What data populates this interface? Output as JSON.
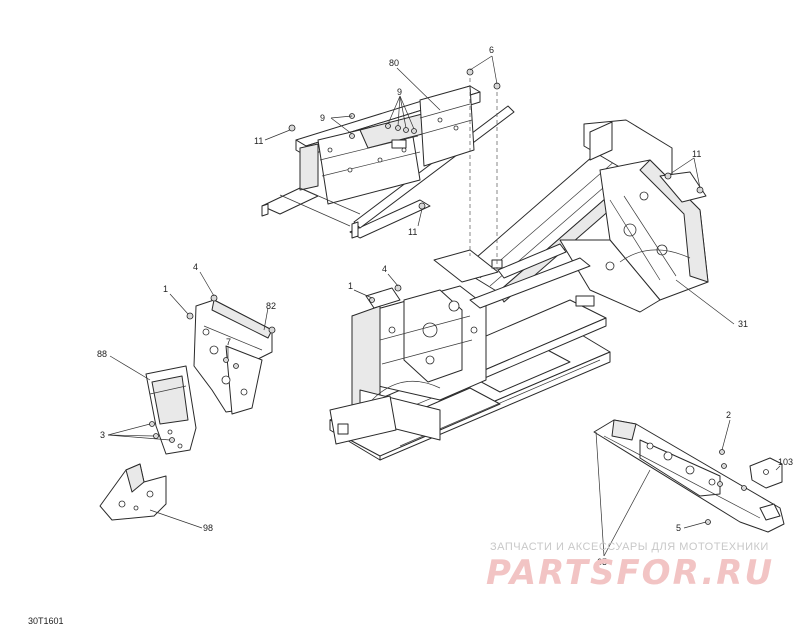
{
  "diagram": {
    "doc_id": "30T1601",
    "callouts": {
      "c80": "80",
      "c6": "6",
      "c9a": "9",
      "c9b": "9",
      "c11a": "11",
      "c11b": "11",
      "c11c": "11",
      "c4": "4",
      "c1a": "1",
      "c1b": "1",
      "c82": "82",
      "c7": "7",
      "c88": "88",
      "c3": "3",
      "c98": "98",
      "c31": "31",
      "c2": "2",
      "c103": "103",
      "c5": "5",
      "c65": "65"
    }
  },
  "watermark": {
    "tagline": "ЗАПЧАСТИ И АКСЕССУАРЫ ДЛЯ МОТОТЕХНИКИ",
    "brand": "PARTSFOR.RU"
  }
}
